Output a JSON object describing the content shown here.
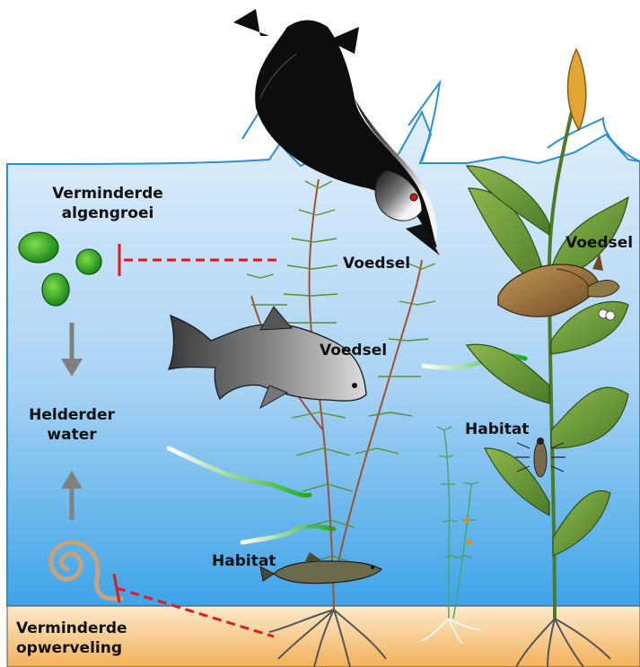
{
  "labels": {
    "reduced_algae_line1": "Verminderde",
    "reduced_algae_line2": "algengroei",
    "clearer_water_line1": "Helderder",
    "clearer_water_line2": "water",
    "reduced_resuspension_line1": "Verminderde",
    "reduced_resuspension_line2": "opwerveling",
    "food_bird": "Voedsel",
    "food_fish": "Voedsel",
    "food_snail": "Voedsel",
    "habitat_right": "Habitat",
    "habitat_bottom": "Habitat"
  },
  "colors": {
    "sky": "#ffffff",
    "water_top": "#dcecfa",
    "water_bottom": "#3aa3e8",
    "sediment_top": "#fde7c0",
    "sediment_bottom": "#f2b35e",
    "inhibit_line": "#e01b1b",
    "arrow": "#808080",
    "algae": "#2eaa2e",
    "connector_green": "#33cc33",
    "plant_stem": "#a0522d",
    "plant_leaf": "#5e8c32"
  },
  "icons": {
    "bird": "diving-bird-icon",
    "fish": "fish-icon",
    "snail": "snail-icon",
    "bottom_fish": "bottom-fish-icon",
    "insect_larva": "insect-larva-icon",
    "algae": "algae-cell-icon",
    "spiral": "spiral-resuspension-icon"
  }
}
